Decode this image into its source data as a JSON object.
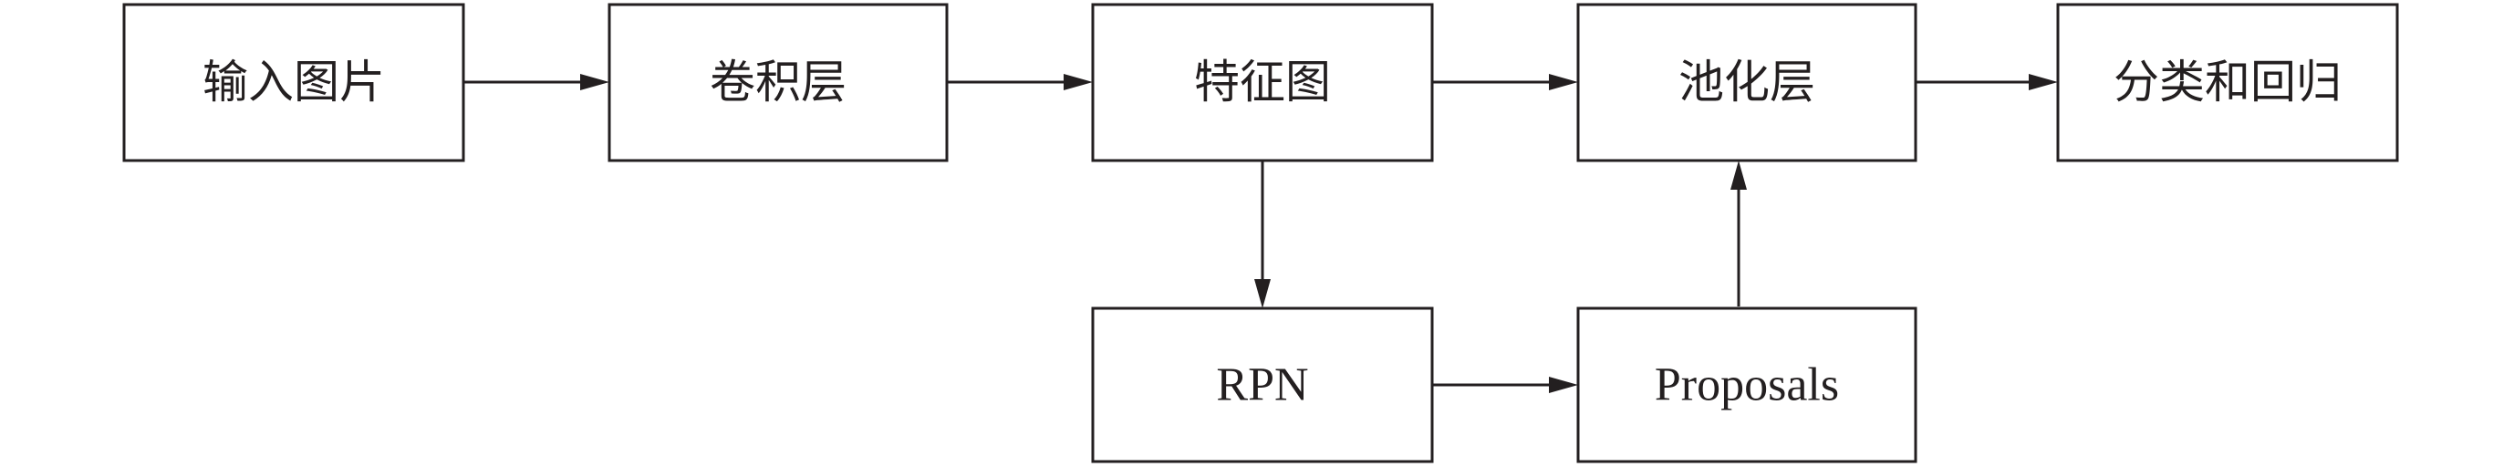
{
  "diagram": {
    "nodes": {
      "input_image": "输入图片",
      "conv_layer": "卷积层",
      "feature_map": "特征图",
      "pooling_layer": "池化层",
      "cls_reg": "分类和回归",
      "rpn": "RPN",
      "proposals": "Proposals"
    },
    "edges": [
      {
        "from": "input_image",
        "to": "conv_layer"
      },
      {
        "from": "conv_layer",
        "to": "feature_map"
      },
      {
        "from": "feature_map",
        "to": "pooling_layer"
      },
      {
        "from": "pooling_layer",
        "to": "cls_reg"
      },
      {
        "from": "feature_map",
        "to": "rpn"
      },
      {
        "from": "rpn",
        "to": "proposals"
      },
      {
        "from": "proposals",
        "to": "pooling_layer"
      }
    ],
    "colors": {
      "stroke": "#231f20",
      "background": "#ffffff"
    }
  }
}
